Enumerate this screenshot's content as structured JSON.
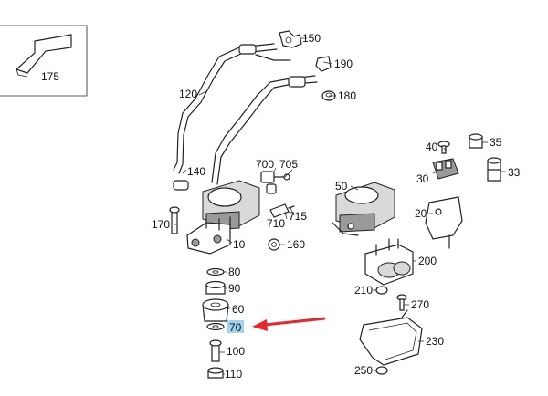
{
  "diagram": {
    "highlight_color": "#9fd3f0",
    "arrow_color": "#e8262b",
    "selected_part": "70",
    "labels": {
      "p175": "175",
      "p150": "150",
      "p190": "190",
      "p120": "120",
      "p180": "180",
      "p40": "40",
      "p35": "35",
      "p33": "33",
      "p30": "30",
      "p140": "140",
      "p700": "700",
      "p705": "705",
      "p50": "50",
      "p20": "20",
      "p170": "170",
      "p710": "710",
      "p715": "715",
      "p10": "10",
      "p160": "160",
      "p200": "200",
      "p80": "80",
      "p90": "90",
      "p210": "210",
      "p270": "270",
      "p60": "60",
      "p70": "70",
      "p100": "100",
      "p230": "230",
      "p250": "250",
      "p110": "110"
    }
  }
}
